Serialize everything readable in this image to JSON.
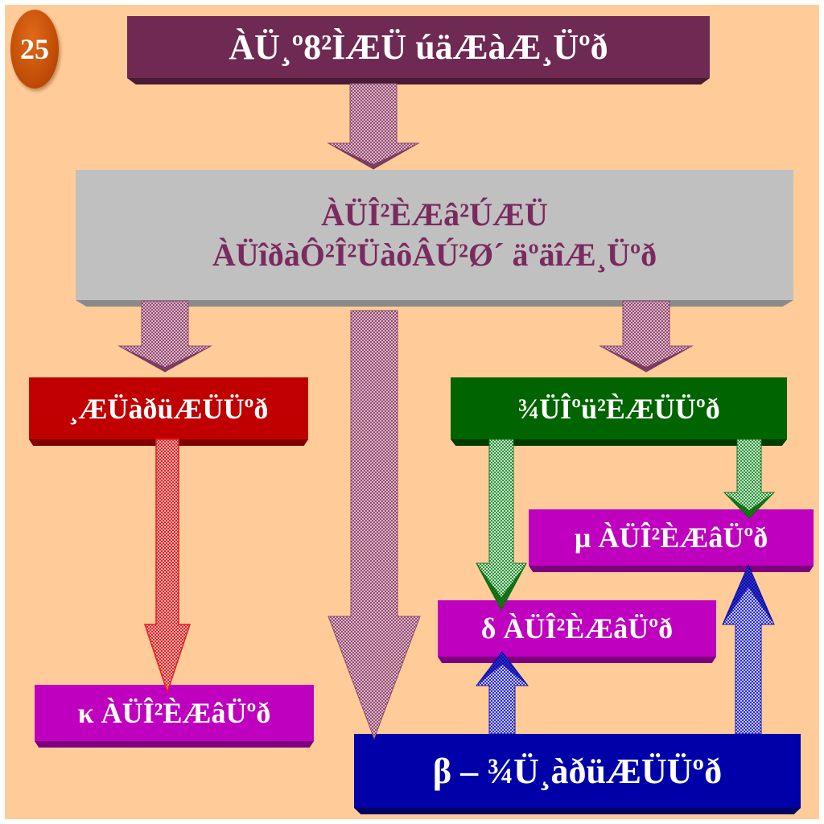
{
  "slide": {
    "number": "25"
  },
  "diagram": {
    "title": "ÀÜ¸º8²ÌÆÜ úäÆàÆ¸Üºð",
    "main_box_line1": "ÀÜÎ²ÈÆâ²ÚÆÜ",
    "main_box_line2": "ÀÜîðàÔ²Î²ÜàôÂÚ²Ø´ äºäîÆ¸Üºð",
    "left_box": "¸ÆÜàðüÆÜÜºð",
    "right_box": "¾ÜÎºü²ÈÆÜÜºð",
    "mu_box": "µ  ÀÜÎ²ÈÆâÜºð",
    "delta_box": "δ  ÀÜÎ²ÈÆâÜºð",
    "kappa_box": "κ  ÀÜÎ²ÈÆâÜºð",
    "beta_box": "β – ¾Ü¸àðüÆÜÜºð"
  },
  "colors": {
    "background": "#ffcc99",
    "title_box": "#6e2a52",
    "main_box": "#c0c0c0",
    "main_text": "#7a2a5e",
    "red_box": "#c00000",
    "green_box": "#006400",
    "magenta_box": "#bf00bf",
    "blue_box": "#0000a8",
    "pink_arrow": "#c88aa8",
    "red_arrow": "#ff3030",
    "green_arrow": "#3f9f4f",
    "blue_arrow": "#3a3adc"
  }
}
